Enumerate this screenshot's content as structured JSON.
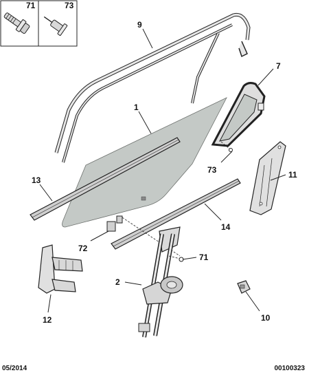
{
  "inset": {
    "boxes": [
      {
        "label": "71",
        "icon": "bolt-icon"
      },
      {
        "label": "73",
        "icon": "rivet-icon"
      }
    ]
  },
  "callouts": [
    {
      "label": "9",
      "part": "door-frame-seal"
    },
    {
      "label": "7",
      "part": "quarter-glass"
    },
    {
      "label": "1",
      "part": "door-glass"
    },
    {
      "label": "13",
      "part": "inner-waist-seal"
    },
    {
      "label": "73",
      "part": "rivet"
    },
    {
      "label": "11",
      "part": "rear-bracket"
    },
    {
      "label": "14",
      "part": "outer-waist-seal"
    },
    {
      "label": "72",
      "part": "glass-clip"
    },
    {
      "label": "71",
      "part": "bolt"
    },
    {
      "label": "2",
      "part": "window-regulator"
    },
    {
      "label": "12",
      "part": "front-bracket"
    },
    {
      "label": "10",
      "part": "switch-clip"
    }
  ],
  "footer": {
    "date": "05/2014",
    "reference": "00100323"
  },
  "colors": {
    "glass": "#c4c9c6",
    "outline": "#222222",
    "part_fill": "#e2e2e2"
  }
}
